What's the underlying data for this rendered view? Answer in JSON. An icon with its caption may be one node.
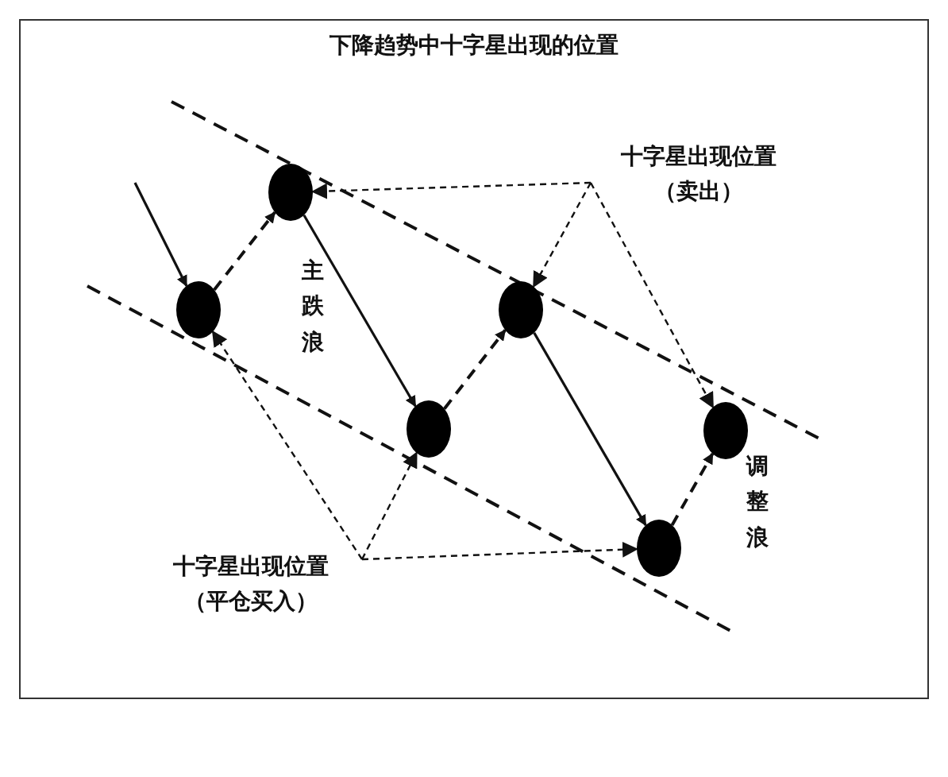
{
  "diagram": {
    "title": "下降趋势中十字星出现的位置",
    "nodes": [
      {
        "text": [],
        "shape": "circle"
      },
      {
        "text": [],
        "shape": "circle"
      },
      {
        "text": [],
        "shape": "circle"
      },
      {
        "text": [],
        "shape": "circle"
      },
      {
        "text": [],
        "shape": "circle"
      },
      {
        "text": [],
        "shape": "circle"
      },
      {
        "text": [
          "十字星出现位置",
          "（卖出）"
        ]
      },
      {
        "text": [
          "十字星出现位置",
          "（平仓买入）"
        ]
      }
    ],
    "edges": [
      {
        "from": null,
        "to": 0,
        "arrow": "to"
      },
      {
        "from": 0,
        "to": 1,
        "arrow": "to",
        "style": "dashed"
      },
      {
        "from": 1,
        "to": 2,
        "arrow": "to"
      },
      {
        "from": 2,
        "to": 3,
        "arrow": "to",
        "style": "dashed"
      },
      {
        "from": 3,
        "to": 4,
        "arrow": "to"
      },
      {
        "from": 4,
        "to": 5,
        "arrow": "to",
        "style": "dashed"
      },
      {
        "from": 6,
        "to": 1,
        "arrow": "to",
        "style": "dashed"
      },
      {
        "from": 6,
        "to": 3,
        "arrow": "to",
        "style": "dashed"
      },
      {
        "from": 6,
        "to": 5,
        "arrow": "to",
        "style": "dashed"
      },
      {
        "from": 7,
        "to": 0,
        "arrow": "to",
        "style": "dashed"
      },
      {
        "from": 7,
        "to": 2,
        "arrow": "to",
        "style": "dashed"
      },
      {
        "from": 7,
        "to": 4,
        "arrow": "to",
        "style": "dashed"
      }
    ],
    "labels": [
      "主跌浪",
      "调整浪"
    ]
  }
}
